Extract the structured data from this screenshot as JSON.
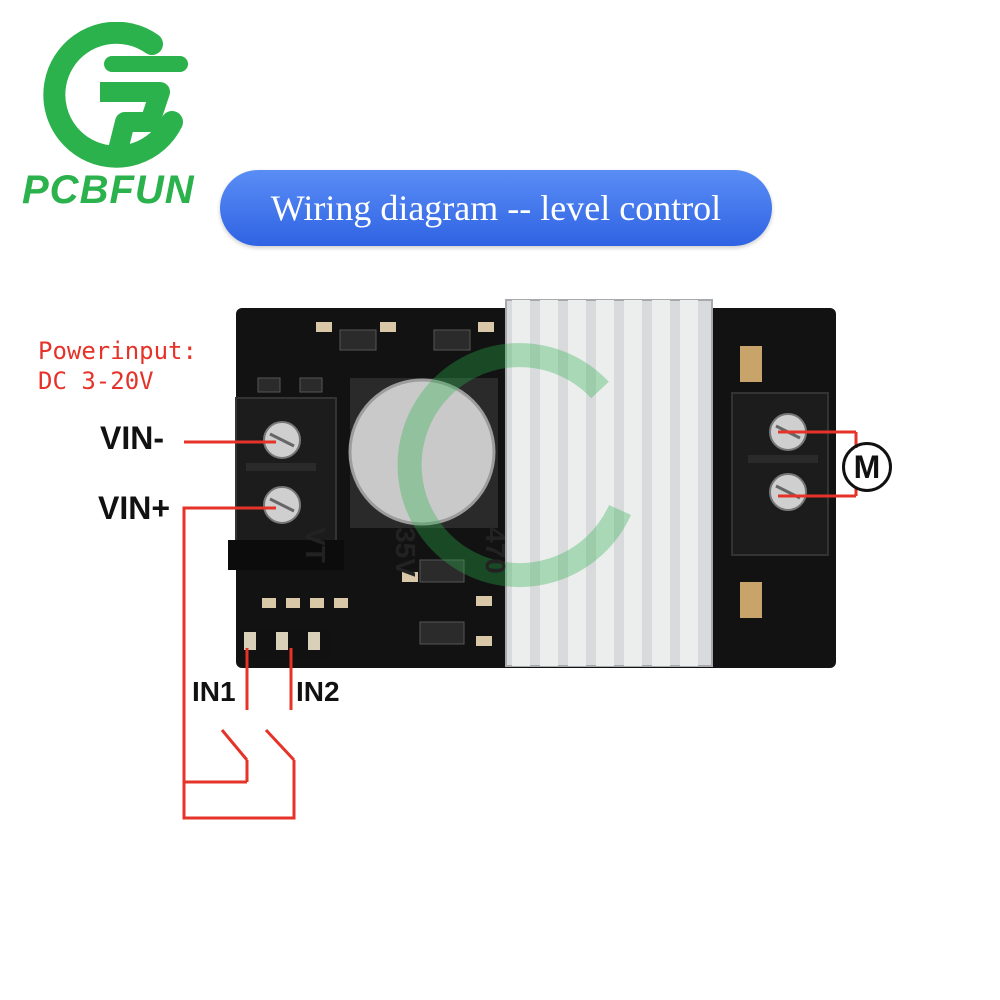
{
  "brand": {
    "name": "PCBFUN",
    "logo_color": "#2bb24c"
  },
  "banner": {
    "title": "Wiring diagram -- level control",
    "color": "#3a6fe8"
  },
  "power_note": {
    "line1": "Powerinput:",
    "line2": "DC 3-20V",
    "color": "#e5332a"
  },
  "labels": {
    "vin_minus": "VIN-",
    "vin_plus": "VIN+",
    "in1": "IN1",
    "in2": "IN2",
    "motor": "M"
  },
  "capacitor": {
    "line1": "470",
    "line2": "35V",
    "line3": "VT"
  },
  "wire_color": "#e5332a",
  "board_color": "#111111"
}
